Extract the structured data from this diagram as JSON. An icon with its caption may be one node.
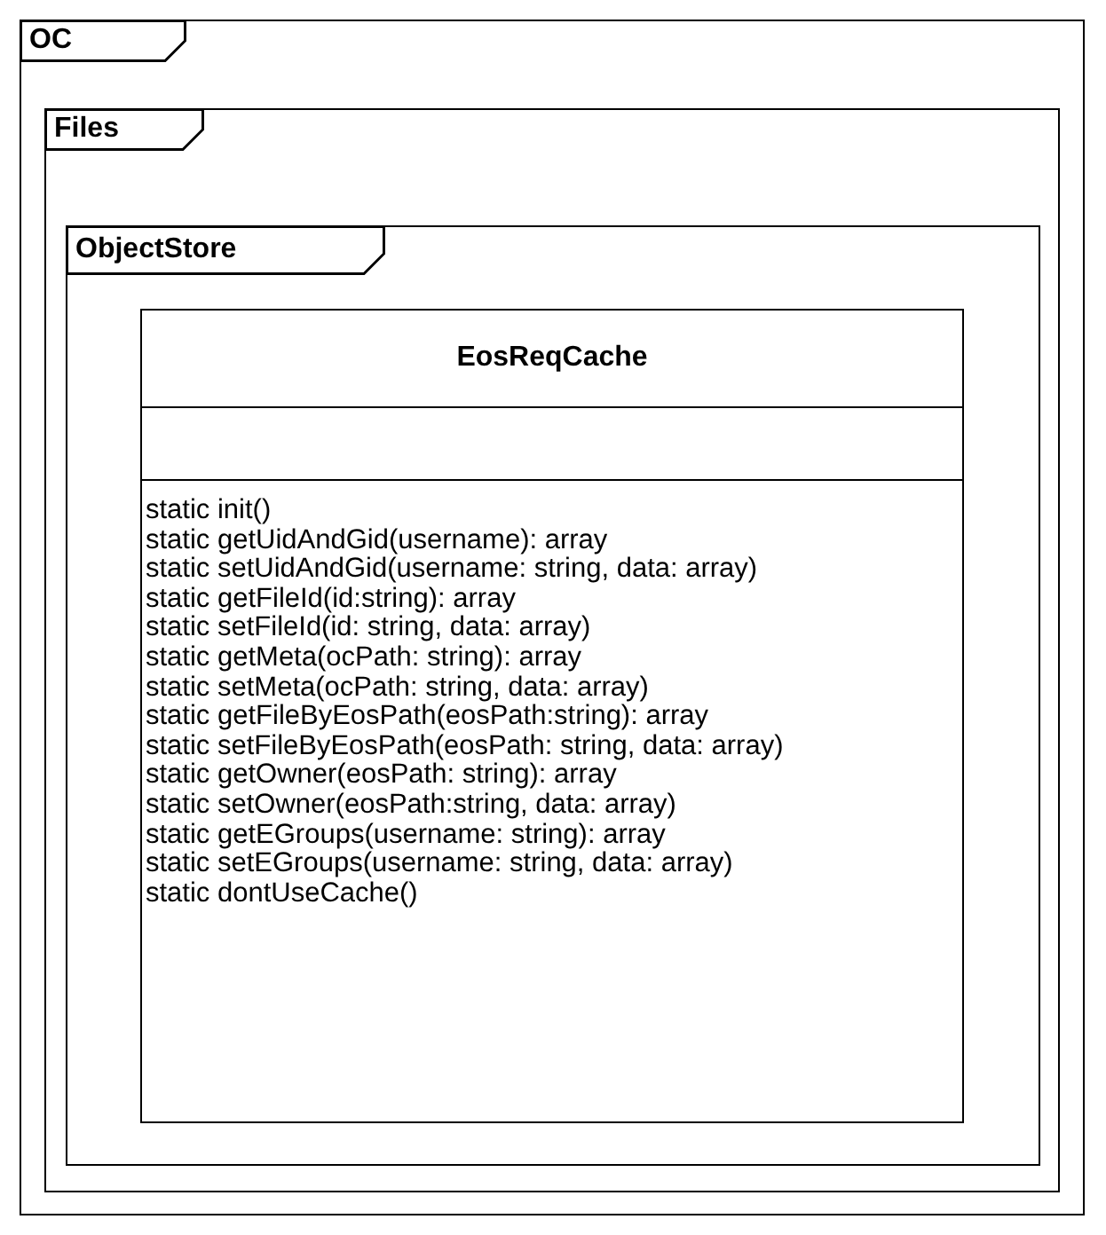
{
  "diagram": {
    "nodes": [
      {
        "text": [
          "OC"
        ]
      },
      {
        "text": [
          "Files"
        ],
        "in": 0
      },
      {
        "text": [
          "ObjectStore"
        ],
        "in": 1
      },
      {
        "text": [
          "EosReqCache",
          "static init()",
          "static getUidAndGid(username): array",
          "static setUidAndGid(username: string, data: array)",
          "static getFileId(id:string): array",
          "static setFileId(id: string, data: array)",
          "static getMeta(ocPath: string): array",
          "static setMeta(ocPath: string, data: array)",
          "static getFileByEosPath(eosPath:string): array",
          "static setFileByEosPath(eosPath: string, data: array)",
          "static getOwner(eosPath: string): array",
          "static setOwner(eosPath:string, data: array)",
          "static getEGroups(username: string): array",
          "static setEGroups(username: string, data: array)",
          "static dontUseCache()"
        ],
        "in": 2
      }
    ]
  }
}
